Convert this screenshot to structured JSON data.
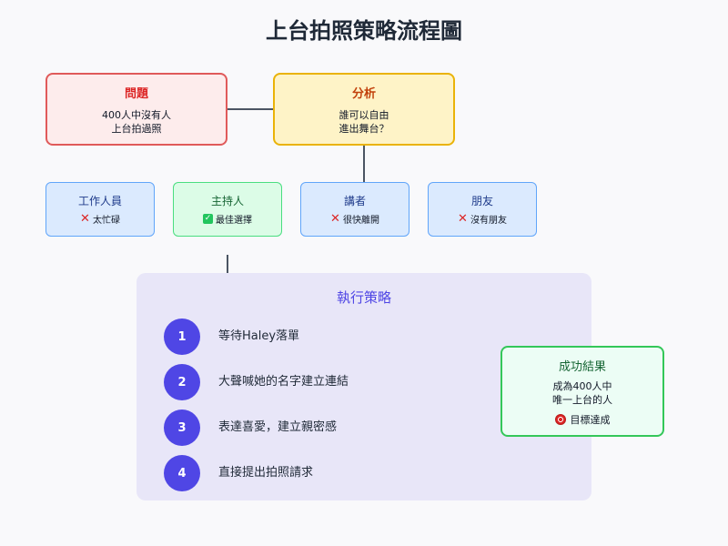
{
  "title": "上台拍照策略流程圖",
  "problem": {
    "heading": "問題",
    "line1": "400人中沒有人",
    "line2": "上台拍過照"
  },
  "analysis": {
    "heading": "分析",
    "line1": "誰可以自由",
    "line2": "進出舞台？"
  },
  "candidates": [
    {
      "name": "工作人員",
      "note": "太忙碌",
      "mark": "x-mark-icon"
    },
    {
      "name": "主持人",
      "note": "最佳選擇",
      "mark": "check-mark-icon"
    },
    {
      "name": "講者",
      "note": "很快離開",
      "mark": "x-mark-icon"
    },
    {
      "name": "朋友",
      "note": "沒有朋友",
      "mark": "x-mark-icon"
    }
  ],
  "strategy": {
    "heading": "執行策略",
    "steps": [
      {
        "number": "1",
        "label": "等待Haley落單"
      },
      {
        "number": "2",
        "label": "大聲喊她的名字建立連結"
      },
      {
        "number": "3",
        "label": "表達喜愛，建立親密感"
      },
      {
        "number": "4",
        "label": "直接提出拍照請求"
      }
    ]
  },
  "result": {
    "heading": "成功結果",
    "line1": "成為400人中",
    "line2": "唯一上台的人",
    "goal": "目標達成"
  },
  "colors": {
    "problem_border": "#e05a5a",
    "analysis_border": "#eab308",
    "candidate_border": "#60a5fa",
    "chosen_border": "#4ade80",
    "strategy_fill": "#e8e6f8",
    "step_circle": "#4f46e5",
    "result_border": "#34c759"
  }
}
